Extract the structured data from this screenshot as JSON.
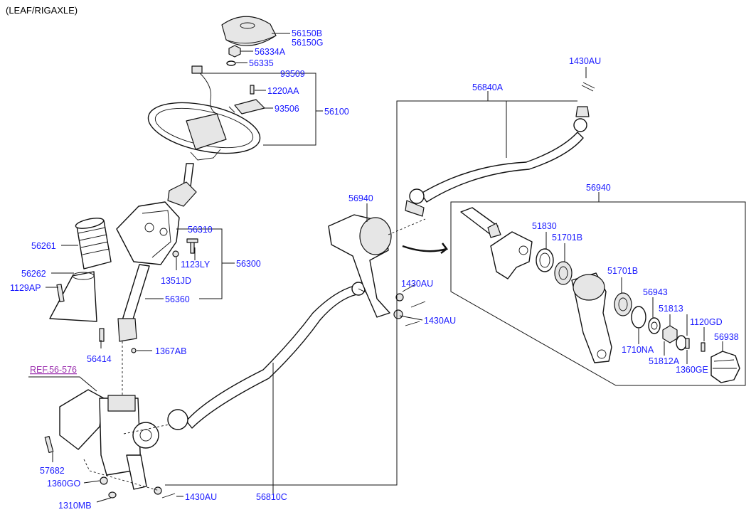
{
  "header": {
    "title": "(LEAF/RIGAXLE)"
  },
  "reference": {
    "label": "REF.56-576"
  },
  "labels": {
    "p56150B": "56150B",
    "p56150G": "56150G",
    "p56334A": "56334A",
    "p56335": "56335",
    "p93509": "93509",
    "p1220AA": "1220AA",
    "p93506": "93506",
    "p56100": "56100",
    "p56261": "56261",
    "p56262": "56262",
    "p1129AP": "1129AP",
    "p56310": "56310",
    "p1123LY": "1123LY",
    "p1351JD": "1351JD",
    "p56300": "56300",
    "p56360": "56360",
    "p56414": "56414",
    "p1367AB": "1367AB",
    "p57682": "57682",
    "p1360GO": "1360GO",
    "p1310MB": "1310MB",
    "p1430AU_bottom": "1430AU",
    "p56810C": "56810C",
    "p56940_center": "56940",
    "p1430AU_mid1": "1430AU",
    "p1430AU_mid2": "1430AU",
    "p56840A": "56840A",
    "p1430AU_top": "1430AU",
    "p56940_box": "56940",
    "p51830": "51830",
    "p51701B_a": "51701B",
    "p51701B_b": "51701B",
    "p56943": "56943",
    "p51813": "51813",
    "p1120GD": "1120GD",
    "p56938": "56938",
    "p1710NA": "1710NA",
    "p51812A": "51812A",
    "p1360GE": "1360GE"
  }
}
